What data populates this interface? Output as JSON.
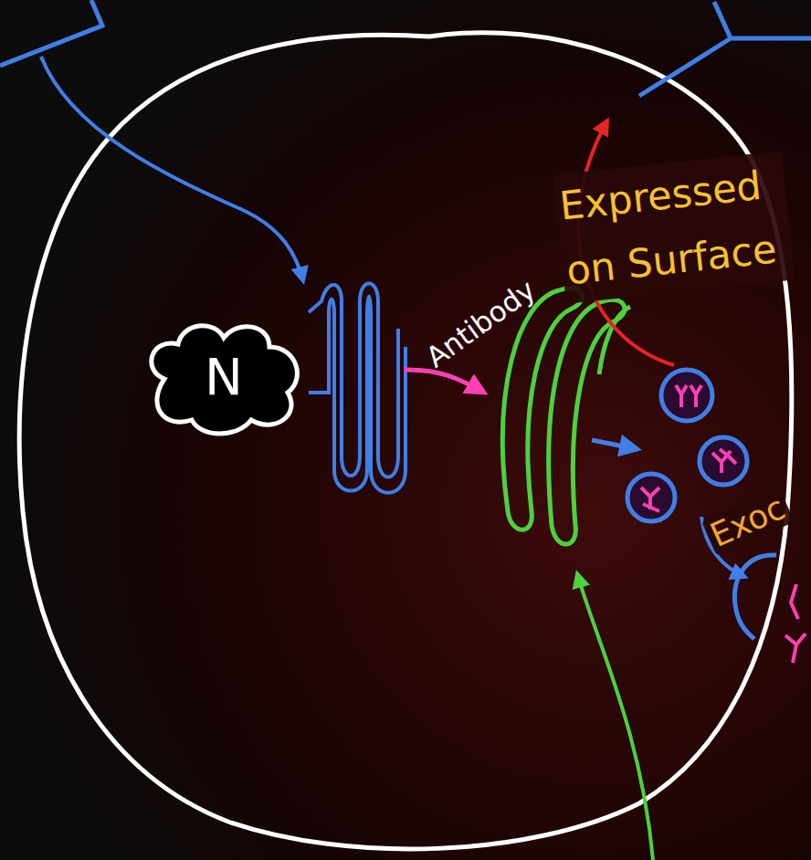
{
  "diagram": {
    "nodes": [
      {
        "text": [
          "N"
        ]
      }
    ],
    "labels": [
      "Antibody",
      "Expressed on Surface",
      "Exoc"
    ]
  }
}
